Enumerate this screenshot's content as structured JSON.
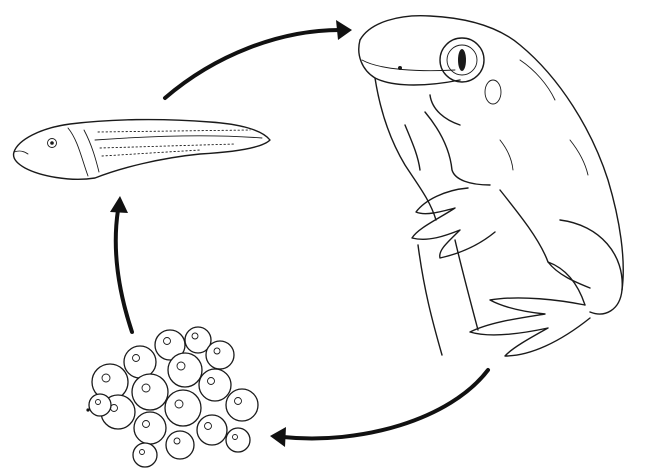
{
  "diagram": {
    "type": "frog-life-cycle",
    "stages": [
      {
        "id": "eggs",
        "label": ""
      },
      {
        "id": "tadpole",
        "label": ""
      },
      {
        "id": "frog",
        "label": ""
      }
    ],
    "cycle_direction": "clockwise",
    "line_color": "#1a1a1a",
    "arrow_color": "#111111",
    "background": "#ffffff"
  }
}
